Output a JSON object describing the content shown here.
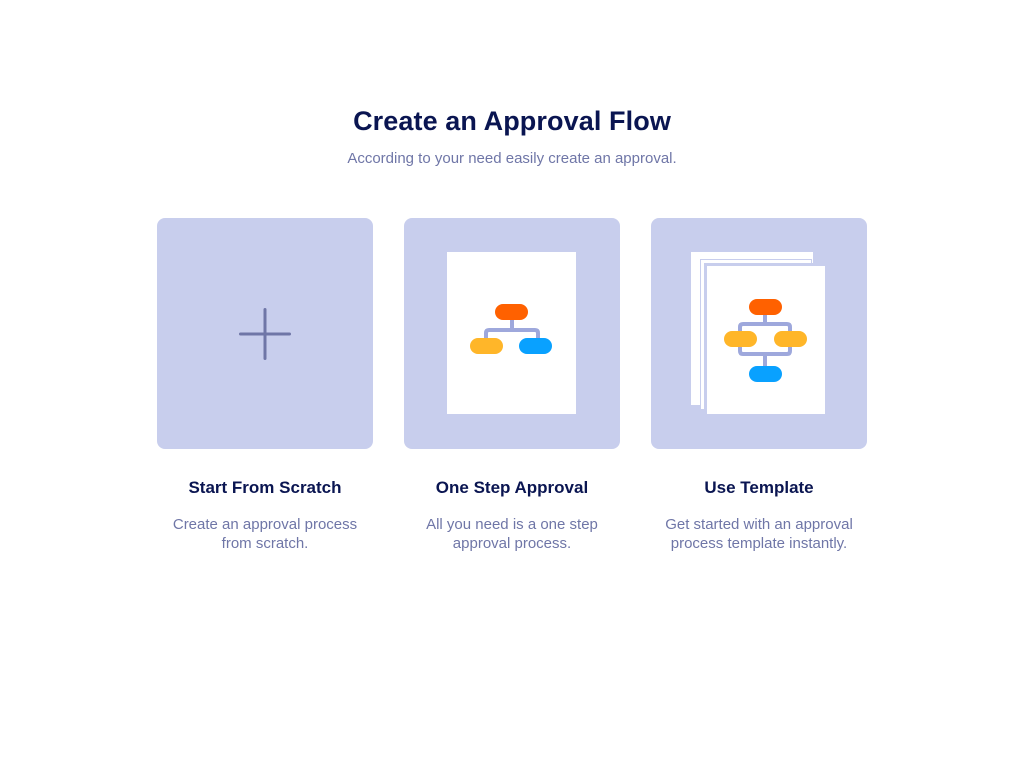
{
  "header": {
    "title": "Create an Approval Flow",
    "subtitle": "According to your need easily create an approval."
  },
  "options": [
    {
      "title": "Start From Scratch",
      "desc_line1": "Create an approval process",
      "desc_line2": "from scratch.",
      "icon": "plus-icon"
    },
    {
      "title": "One Step Approval",
      "desc_line1": "All you need is a one step",
      "desc_line2": "approval process.",
      "icon": "one-step-flowchart-icon"
    },
    {
      "title": "Use Template",
      "desc_line1": "Get started with an approval",
      "desc_line2": "process template instantly.",
      "icon": "template-flowchart-icon"
    }
  ],
  "colors": {
    "title": "#0a1551",
    "text_muted": "#6f76a7",
    "tile_bg": "#c8ceed",
    "plus": "#6f76a7",
    "connector": "#9ea8dc",
    "node_orange": "#ff6100",
    "node_yellow": "#ffb629",
    "node_blue": "#09a1ff"
  }
}
